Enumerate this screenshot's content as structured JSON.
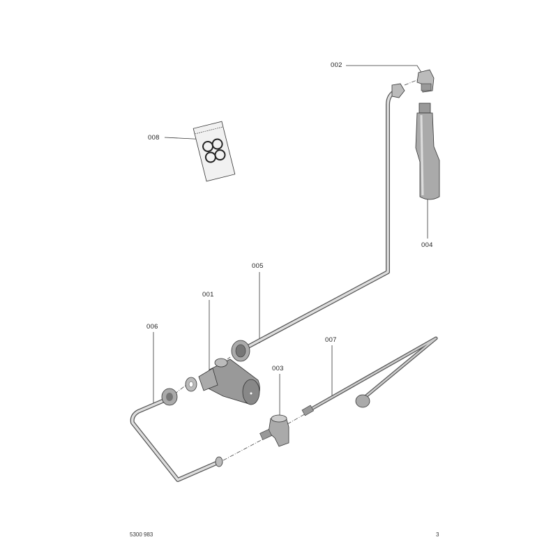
{
  "parts": [
    {
      "id": "001"
    },
    {
      "id": "002"
    },
    {
      "id": "003"
    },
    {
      "id": "004"
    },
    {
      "id": "005"
    },
    {
      "id": "006"
    },
    {
      "id": "007"
    },
    {
      "id": "008"
    }
  ],
  "footer": {
    "doc_number": "5300 983",
    "page_number": "3"
  }
}
